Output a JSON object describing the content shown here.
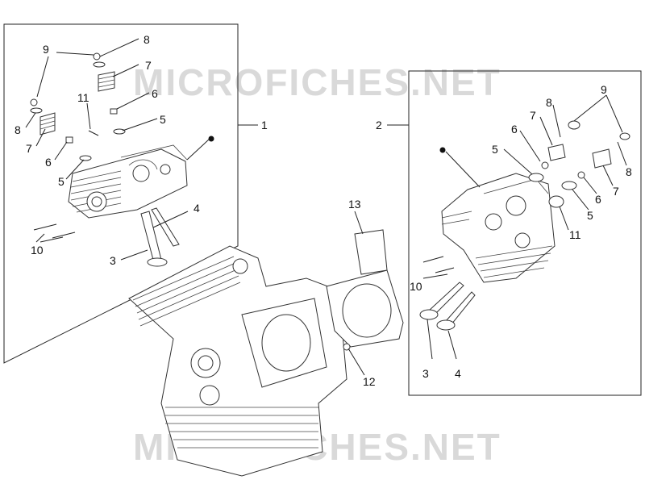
{
  "watermark": {
    "top": "MICROFICHES.NET",
    "bottom": "MICROFICHES.NET"
  },
  "callouts": {
    "left_panel": {
      "c9": "9",
      "c8a": "8",
      "c7a": "7",
      "c6a": "6",
      "c5a": "5",
      "c11": "11",
      "c8b": "8",
      "c7b": "7",
      "c6b": "6",
      "c5b": "5",
      "c1": "1",
      "c4": "4",
      "c3": "3",
      "c10": "10"
    },
    "right_panel": {
      "c2": "2",
      "c9": "9",
      "c8a": "8",
      "c7a": "7",
      "c6a": "6",
      "c5a": "5",
      "c8b": "8",
      "c7b": "7",
      "c6b": "6",
      "c5b": "5",
      "c11": "11",
      "c10": "10",
      "c3": "3",
      "c4": "4"
    },
    "center": {
      "c13": "13",
      "c12": "12"
    }
  },
  "colors": {
    "line": "#222222",
    "watermark": "#d9d9d9",
    "background": "#ffffff"
  }
}
